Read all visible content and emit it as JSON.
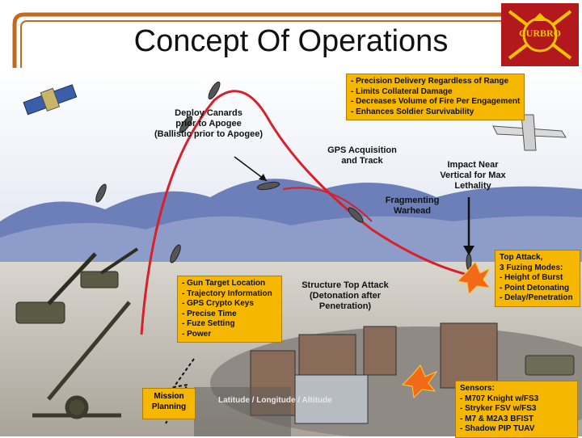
{
  "slide": {
    "title": "Concept Of Operations",
    "logo_text": "CURBRO"
  },
  "benefits_box": {
    "items": [
      "- Precision Delivery Regardless of Range",
      "- Limits Collateral Damage",
      "- Decreases Volume of Fire Per Engagement",
      "- Enhances Soldier Survivability"
    ]
  },
  "labels": {
    "canards": [
      "Deploy Canards",
      "prior to Apogee",
      "(Ballistic prior to Apogee)"
    ],
    "gps": [
      "GPS Acquisition",
      "and Track"
    ],
    "impact": [
      "Impact Near",
      "Vertical for Max",
      "Lethality"
    ],
    "fragmenting": [
      "Fragmenting",
      "Warhead"
    ],
    "structure": [
      "Structure Top Attack",
      "(Detonation after",
      "Penetration)"
    ]
  },
  "gun_box": {
    "items": [
      "- Gun Target Location",
      "- Trajectory Information",
      "- GPS Crypto Keys",
      "- Precise Time",
      "- Fuze Setting",
      "- Power"
    ]
  },
  "attack_box": {
    "items": [
      "Top Attack,",
      "3 Fuzing Modes:",
      "- Height of Burst",
      "- Point Detonating",
      "- Delay/Penetration"
    ]
  },
  "sensors_box": {
    "items": [
      "Sensors:",
      "- M707 Knight w/FS3",
      "- Stryker FSV w/FS3",
      "- M7 & M2A3 BFIST",
      "- Shadow PIP TUAV"
    ]
  },
  "mission": {
    "lines": [
      "Mission",
      "Planning"
    ]
  },
  "latlon": "Latitude / Longitude / Altitude",
  "colors": {
    "box_fill": "#f5b700",
    "trajectory": "#d8202a",
    "frame": "#c06a20",
    "sky_top": "#ffffff",
    "sky_bottom": "#c3cde4",
    "mountains": "#6d7fb8"
  }
}
